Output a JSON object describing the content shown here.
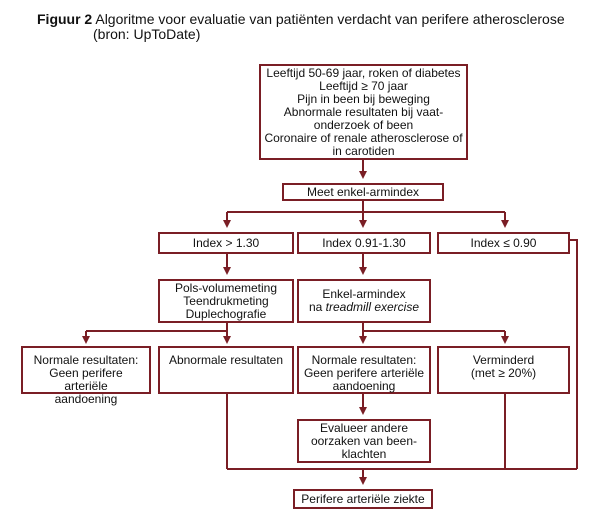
{
  "caption": {
    "label": "Figuur 2",
    "title": "Algoritme voor evaluatie van patiënten verdacht van perifere atherosclerose",
    "source": "(bron: UpToDate)"
  },
  "nodes": {
    "criteria": [
      "Leeftijd 50-69 jaar, roken of diabetes",
      "Leeftijd ≥ 70 jaar",
      "Pijn in been bij beweging",
      "Abnormale resultaten bij vaat-",
      "onderzoek of been",
      "Coronaire of renale atherosclerose of",
      "in carotiden"
    ],
    "measure": "Meet enkel-armindex",
    "index_high": "Index > 1.30",
    "index_mid": "Index 0.91-1.30",
    "index_low": "Index ≤ 0.90",
    "pulse_tests": [
      "Pols-volumemeting",
      "Teendrukmeting",
      "Duplechografie"
    ],
    "treadmill_line1": "Enkel-armindex",
    "treadmill_prefix": "na ",
    "treadmill_italic": "treadmill exercise",
    "normal_left": [
      "Normale resultaten:",
      "Geen perifere arteriële",
      "aandoening"
    ],
    "abnormal": "Abnormale resultaten",
    "normal_mid": [
      "Normale resultaten:",
      "Geen perifere arteriële",
      "aandoening"
    ],
    "reduced": [
      "Verminderd",
      "(met ≥ 20%)"
    ],
    "evaluate": [
      "Evalueer andere",
      "oorzaken van been-",
      "klachten"
    ],
    "pad": "Perifere arteriële ziekte"
  },
  "colors": {
    "border": "#7a1e25",
    "arrow": "#7a1e25"
  }
}
